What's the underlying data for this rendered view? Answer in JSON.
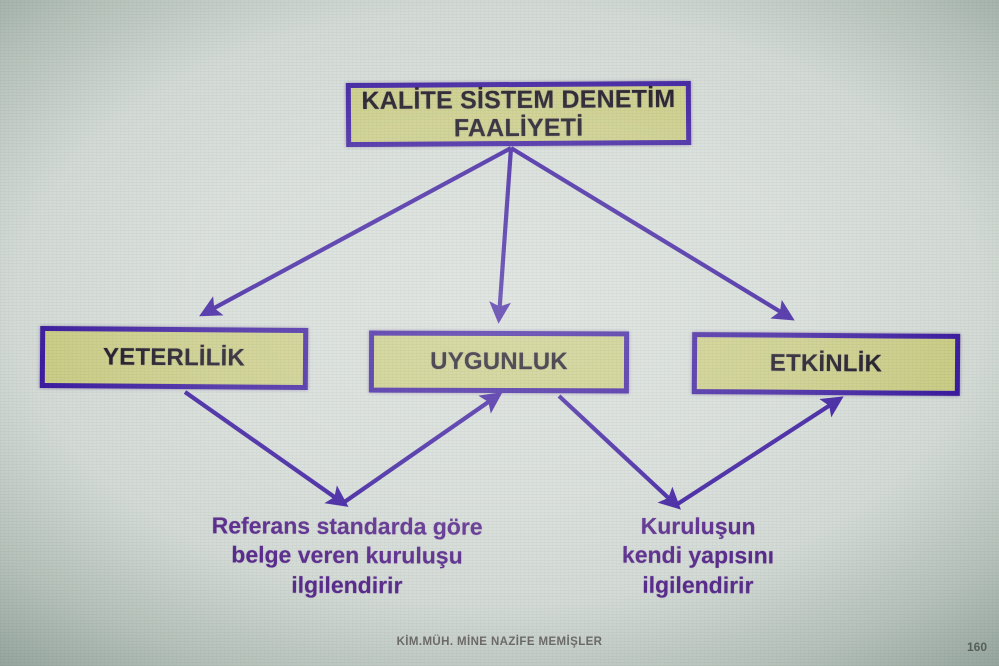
{
  "slide": {
    "root_node": {
      "line1": "KALİTE SİSTEM DENETİM",
      "line2": "FAALİYETİ"
    },
    "nodes": [
      {
        "id": "yeterlilik",
        "label": "YETERLİLİK"
      },
      {
        "id": "uygunluk",
        "label": "UYGUNLUK"
      },
      {
        "id": "etkinlik",
        "label": "ETKİNLİK"
      }
    ],
    "captions": [
      {
        "id": "left",
        "line1": "Referans standarda göre",
        "line2": "belge veren kuruluşu",
        "line3": "ilgilendirir"
      },
      {
        "id": "right",
        "line1": "Kuruluşun",
        "line2": "kendi  yapısını",
        "line3": "ilgilendirir"
      }
    ],
    "footer": {
      "author": "KİM.MÜH. MİNE NAZİFE MEMİŞLER",
      "page_number": "160"
    },
    "colors": {
      "box_fill": "#c9cc84",
      "box_border": "#3b1ba0",
      "arrow": "#3b1ba0",
      "caption_text": "#5a2b8d",
      "node_text": "#17121f",
      "background": "#d4dbd6"
    }
  }
}
